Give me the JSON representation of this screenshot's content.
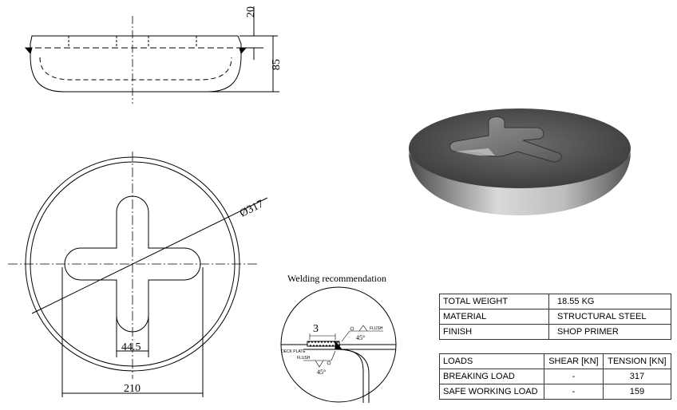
{
  "dimensions": {
    "lip_height": "20",
    "height": "85",
    "diameter": "Ø317",
    "recess_width": "44.5",
    "base_width": "210"
  },
  "weld": {
    "caption": "Welding recommendation",
    "dim_3": "3",
    "angle_top": "45°",
    "angle_bottom": "45°",
    "flush_top": "FLUSH",
    "flush_left": "FLUSH",
    "deck_plate": "DECK PLATE"
  },
  "properties": [
    {
      "label": "TOTAL WEIGHT",
      "value": "18.55 KG"
    },
    {
      "label": "MATERIAL",
      "value": "STRUCTURAL STEEL"
    },
    {
      "label": "FINISH",
      "value": "SHOP PRIMER"
    }
  ],
  "loads": {
    "headers": [
      "LOADS",
      "SHEAR [KN]",
      "TENSION [KN]"
    ],
    "rows": [
      {
        "label": "BREAKING LOAD",
        "shear": "-",
        "tension": "317"
      },
      {
        "label": "SAFE WORKING LOAD",
        "shear": "-",
        "tension": "159"
      }
    ]
  }
}
